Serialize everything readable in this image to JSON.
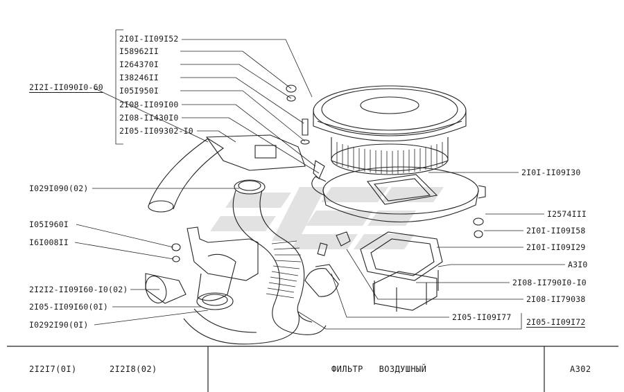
{
  "diagram": {
    "group_label": "2I2I-II090I0-60",
    "left_labels": [
      "2I0I-II09I52",
      "I58962II",
      "I264370I",
      "I38246II",
      "I05I950I",
      "2I08-II09I00",
      "2I08-II430I0",
      "2I05-II09302-I0",
      "I029I090(02)",
      "I05I960I",
      "I6I008II",
      "2I2I2-II09I60-I0(02)",
      "2I05-II09I60(0I)",
      "I0292I90(0I)"
    ],
    "right_labels": [
      "2I0I-II09I30",
      "I2574III",
      "2I0I-II09I58",
      "2I0I-II09I29",
      "A3I0",
      "2I08-II790I0-I0",
      "2I08-II79038",
      "2I05-II09I77",
      "2I05-II09I72"
    ]
  },
  "footer": {
    "model_1": "2I2I7(0I)",
    "model_2": "2I2I8(02)",
    "title": "ФИЛЬТР   ВОЗДУШНЫЙ",
    "code": "A302"
  }
}
